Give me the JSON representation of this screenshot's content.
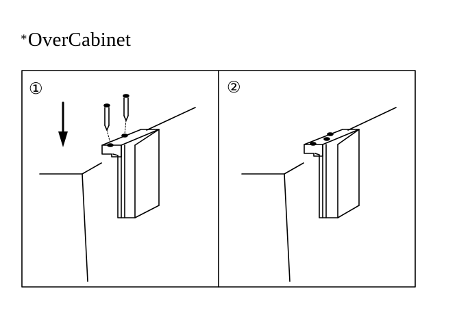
{
  "title": {
    "marker": "*",
    "text": "OverCabinet"
  },
  "steps": [
    {
      "label": "①"
    },
    {
      "label": "②"
    }
  ],
  "colors": {
    "ink": "#000000",
    "background": "#ffffff"
  },
  "icons": {
    "arrow": "arrow-down-icon",
    "screw": "screw-icon"
  }
}
